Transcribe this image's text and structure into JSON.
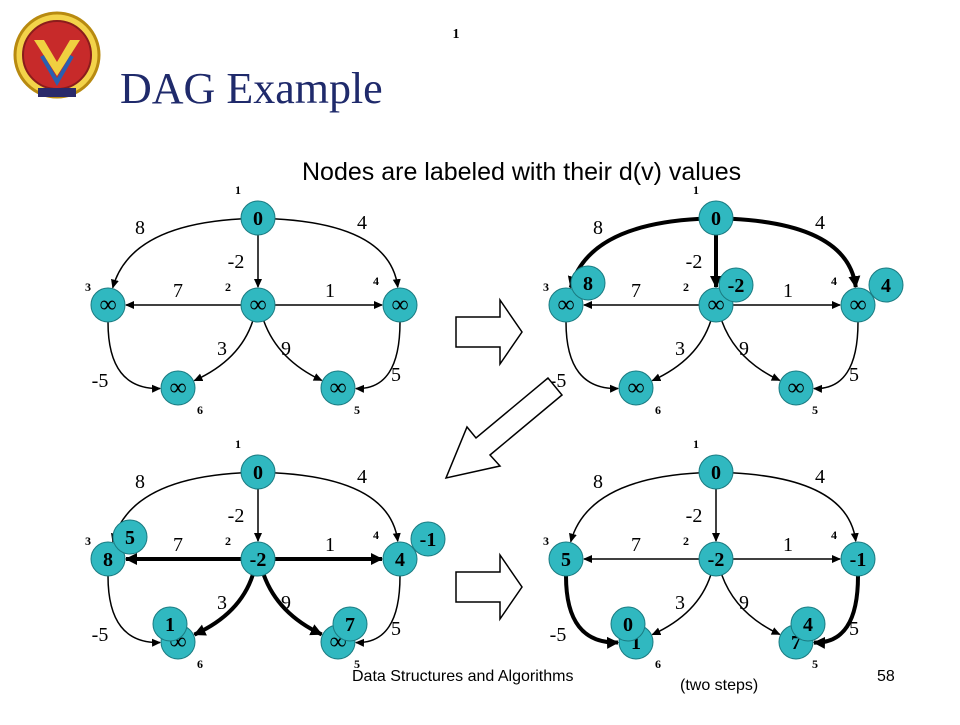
{
  "slide": {
    "title": "DAG Example",
    "top_number": "1",
    "subtitle": "Nodes are labeled with their d(v) values",
    "footer": "Data Structures and Algorithms",
    "page": "58",
    "note": "(two steps)",
    "colors": {
      "title": "#1f2a6b",
      "node": "#30b8c0",
      "text": "#000000"
    }
  },
  "panels": [
    {
      "nodes": [
        {
          "id": "1",
          "label": "1",
          "value": "0"
        },
        {
          "id": "2",
          "label": "2",
          "value": "∞"
        },
        {
          "id": "3",
          "label": "3",
          "value": "∞"
        },
        {
          "id": "4",
          "label": "4",
          "value": "∞"
        },
        {
          "id": "5",
          "label": "5",
          "value": "∞"
        },
        {
          "id": "6",
          "label": "6",
          "value": "∞"
        }
      ],
      "updates": [],
      "edges": [
        {
          "from": "1",
          "to": "3",
          "w": "8",
          "bold": false
        },
        {
          "from": "1",
          "to": "4",
          "w": "4",
          "bold": false
        },
        {
          "from": "1",
          "to": "2",
          "w": "-2",
          "bold": false
        },
        {
          "from": "2",
          "to": "3",
          "w": "7",
          "bold": false
        },
        {
          "from": "2",
          "to": "4",
          "w": "1",
          "bold": false
        },
        {
          "from": "2",
          "to": "6",
          "w": "3",
          "bold": false
        },
        {
          "from": "2",
          "to": "5",
          "w": "9",
          "bold": false
        },
        {
          "from": "3",
          "to": "6",
          "w": "-5",
          "bold": false
        },
        {
          "from": "4",
          "to": "5",
          "w": "5",
          "bold": false
        }
      ]
    },
    {
      "nodes": [
        {
          "id": "1",
          "label": "1",
          "value": "0"
        },
        {
          "id": "2",
          "label": "2",
          "value": "∞"
        },
        {
          "id": "3",
          "label": "3",
          "value": "∞"
        },
        {
          "id": "4",
          "label": "4",
          "value": "∞"
        },
        {
          "id": "5",
          "label": "5",
          "value": "∞"
        },
        {
          "id": "6",
          "label": "6",
          "value": "∞"
        }
      ],
      "updates": [
        {
          "node": "3",
          "value": "8"
        },
        {
          "node": "2",
          "value": "-2"
        },
        {
          "node": "4",
          "value": "4"
        }
      ],
      "edges": [
        {
          "from": "1",
          "to": "3",
          "w": "8",
          "bold": true
        },
        {
          "from": "1",
          "to": "4",
          "w": "4",
          "bold": true
        },
        {
          "from": "1",
          "to": "2",
          "w": "-2",
          "bold": true
        },
        {
          "from": "2",
          "to": "3",
          "w": "7",
          "bold": false
        },
        {
          "from": "2",
          "to": "4",
          "w": "1",
          "bold": false
        },
        {
          "from": "2",
          "to": "6",
          "w": "3",
          "bold": false
        },
        {
          "from": "2",
          "to": "5",
          "w": "9",
          "bold": false
        },
        {
          "from": "3",
          "to": "6",
          "w": "-5",
          "bold": false
        },
        {
          "from": "4",
          "to": "5",
          "w": "5",
          "bold": false
        }
      ]
    },
    {
      "nodes": [
        {
          "id": "1",
          "label": "1",
          "value": "0"
        },
        {
          "id": "2",
          "label": "2",
          "value": "-2"
        },
        {
          "id": "3",
          "label": "3",
          "value": "8"
        },
        {
          "id": "4",
          "label": "4",
          "value": "4"
        },
        {
          "id": "5",
          "label": "5",
          "value": "∞"
        },
        {
          "id": "6",
          "label": "6",
          "value": "∞"
        }
      ],
      "updates": [
        {
          "node": "3",
          "value": "5"
        },
        {
          "node": "4",
          "value": "-1"
        },
        {
          "node": "6",
          "value": "1"
        },
        {
          "node": "5",
          "value": "7"
        }
      ],
      "edges": [
        {
          "from": "1",
          "to": "3",
          "w": "8",
          "bold": false
        },
        {
          "from": "1",
          "to": "4",
          "w": "4",
          "bold": false
        },
        {
          "from": "1",
          "to": "2",
          "w": "-2",
          "bold": false
        },
        {
          "from": "2",
          "to": "3",
          "w": "7",
          "bold": true
        },
        {
          "from": "2",
          "to": "4",
          "w": "1",
          "bold": true
        },
        {
          "from": "2",
          "to": "6",
          "w": "3",
          "bold": true
        },
        {
          "from": "2",
          "to": "5",
          "w": "9",
          "bold": true
        },
        {
          "from": "3",
          "to": "6",
          "w": "-5",
          "bold": false
        },
        {
          "from": "4",
          "to": "5",
          "w": "5",
          "bold": false
        }
      ]
    },
    {
      "nodes": [
        {
          "id": "1",
          "label": "1",
          "value": "0"
        },
        {
          "id": "2",
          "label": "2",
          "value": "-2"
        },
        {
          "id": "3",
          "label": "3",
          "value": "5"
        },
        {
          "id": "4",
          "label": "4",
          "value": "-1"
        },
        {
          "id": "5",
          "label": "5",
          "value": "7"
        },
        {
          "id": "6",
          "label": "6",
          "value": "1"
        }
      ],
      "updates": [
        {
          "node": "6",
          "value": "0"
        },
        {
          "node": "5",
          "value": "4"
        }
      ],
      "edges": [
        {
          "from": "1",
          "to": "3",
          "w": "8",
          "bold": false
        },
        {
          "from": "1",
          "to": "4",
          "w": "4",
          "bold": false
        },
        {
          "from": "1",
          "to": "2",
          "w": "-2",
          "bold": false
        },
        {
          "from": "2",
          "to": "3",
          "w": "7",
          "bold": false
        },
        {
          "from": "2",
          "to": "4",
          "w": "1",
          "bold": false
        },
        {
          "from": "2",
          "to": "6",
          "w": "3",
          "bold": false
        },
        {
          "from": "2",
          "to": "5",
          "w": "9",
          "bold": false
        },
        {
          "from": "3",
          "to": "6",
          "w": "-5",
          "bold": true
        },
        {
          "from": "4",
          "to": "5",
          "w": "5",
          "bold": true
        }
      ]
    }
  ]
}
